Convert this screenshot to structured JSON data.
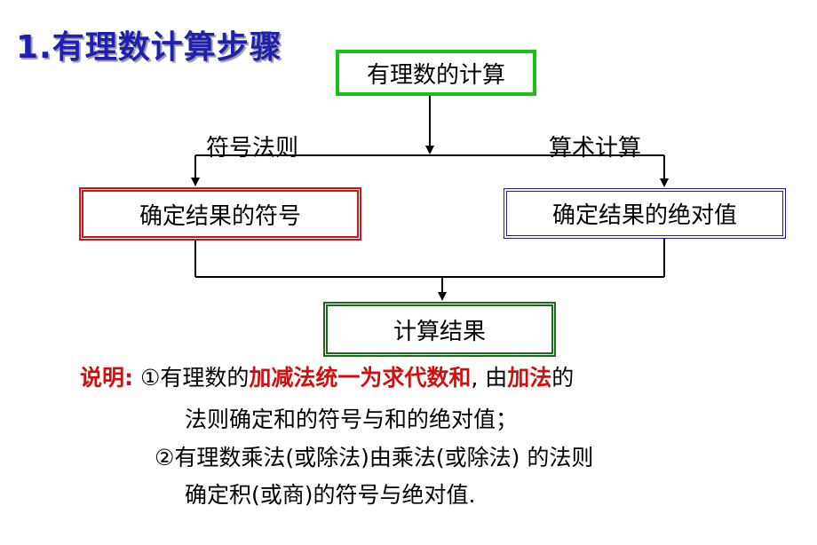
{
  "title": "1.有理数计算步骤",
  "nodes": {
    "top": "有理数的计算",
    "left": "确定结果的符号",
    "right": "确定结果的绝对值",
    "bottom": "计算结果"
  },
  "branch_labels": {
    "left": "符号法则",
    "right": "算术计算"
  },
  "explanation": {
    "label": "说明:",
    "item1_a": " ①有理数的",
    "item1_b": "加减法统一为求代数和",
    "item1_c": ", 由",
    "item1_d": "加法",
    "item1_e": "的",
    "item1_line2": "法则确定和的符号与和的绝对值；",
    "item2_line1": "②有理数乘法(或除法)由乘法(或除法) 的法则",
    "item2_line2": "确定积(或商)的符号与绝对值."
  },
  "colors": {
    "title": "#1f1fb0",
    "top_border": "#18c018",
    "left_border": "#d41414",
    "right_border": "#1818cc",
    "bottom_border": "#1a6a1a",
    "highlight": "#d01010"
  }
}
